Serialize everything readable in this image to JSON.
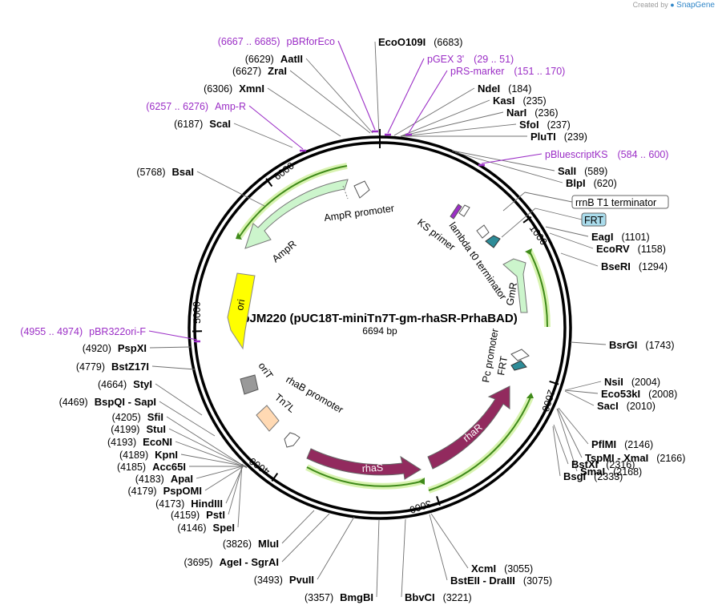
{
  "credit": {
    "prefix": "Created by",
    "brand": "SnapGene"
  },
  "plasmid": {
    "name": "pJM220 (pUC18T-miniTn7T-gm-rhaSR-PrhaBAD)",
    "size_label": "6694 bp"
  },
  "ruler_ticks": [
    "1000",
    "2000",
    "3000",
    "4000",
    "5000",
    "6000"
  ],
  "sites": [
    {
      "name": "EcoO109I",
      "pos": "(6683)"
    },
    {
      "name": "AatII",
      "pos": "(6629)"
    },
    {
      "name": "ZraI",
      "pos": "(6627)"
    },
    {
      "name": "XmnI",
      "pos": "(6306)"
    },
    {
      "name": "ScaI",
      "pos": "(6187)"
    },
    {
      "name": "BsaI",
      "pos": "(5768)"
    },
    {
      "name": "NdeI",
      "pos": "(184)"
    },
    {
      "name": "KasI",
      "pos": "(235)"
    },
    {
      "name": "NarI",
      "pos": "(236)"
    },
    {
      "name": "SfoI",
      "pos": "(237)"
    },
    {
      "name": "PluTI",
      "pos": "(239)"
    },
    {
      "name": "SalI",
      "pos": "(589)"
    },
    {
      "name": "BlpI",
      "pos": "(620)"
    },
    {
      "name": "EagI",
      "pos": "(1101)"
    },
    {
      "name": "EcoRV",
      "pos": "(1158)"
    },
    {
      "name": "BseRI",
      "pos": "(1294)"
    },
    {
      "name": "BsrGI",
      "pos": "(1743)"
    },
    {
      "name": "NsiI",
      "pos": "(2004)"
    },
    {
      "name": "Eco53kI",
      "pos": "(2008)"
    },
    {
      "name": "SacI",
      "pos": "(2010)"
    },
    {
      "name": "PflMI",
      "pos": "(2146)"
    },
    {
      "name": "TspMI  - XmaI",
      "pos": "(2166)"
    },
    {
      "name": "SmaI",
      "pos": "(2168)"
    },
    {
      "name": "BstXI",
      "pos": "(2316)"
    },
    {
      "name": "BsgI",
      "pos": "(2333)"
    },
    {
      "name": "XcmI",
      "pos": "(3055)"
    },
    {
      "name": "BstEII  - DraIII",
      "pos": "(3075)"
    },
    {
      "name": "BbvCI",
      "pos": "(3221)"
    },
    {
      "name": "BmgBI",
      "pos": "(3357)"
    },
    {
      "name": "PvuII",
      "pos": "(3493)"
    },
    {
      "name": "AgeI  - SgrAI",
      "pos": "(3695)"
    },
    {
      "name": "MluI",
      "pos": "(3826)"
    },
    {
      "name": "SpeI",
      "pos": "(4146)"
    },
    {
      "name": "PstI",
      "pos": "(4159)"
    },
    {
      "name": "HindIII",
      "pos": "(4173)"
    },
    {
      "name": "PspOMI",
      "pos": "(4179)"
    },
    {
      "name": "ApaI",
      "pos": "(4183)"
    },
    {
      "name": "Acc65I",
      "pos": "(4185)"
    },
    {
      "name": "KpnI",
      "pos": "(4189)"
    },
    {
      "name": "EcoNI",
      "pos": "(4193)"
    },
    {
      "name": "StuI",
      "pos": "(4199)"
    },
    {
      "name": "SfiI",
      "pos": "(4205)"
    },
    {
      "name": "BspQI  - SapI",
      "pos": "(4469)"
    },
    {
      "name": "StyI",
      "pos": "(4664)"
    },
    {
      "name": "BstZ17I",
      "pos": "(4779)"
    },
    {
      "name": "PspXI",
      "pos": "(4920)"
    }
  ],
  "primers": [
    {
      "name": "pBRforEco",
      "range": "(6667 .. 6685)"
    },
    {
      "name": "pGEX 3'",
      "range": "(29 .. 51)"
    },
    {
      "name": "pRS-marker",
      "range": "(151 .. 170)"
    },
    {
      "name": "Amp-R",
      "range": "(6257 .. 6276)"
    },
    {
      "name": "pBluescriptKS",
      "range": "(584 .. 600)"
    },
    {
      "name": "pBR322ori-F",
      "range": "(4955 .. 4974)"
    }
  ],
  "boxed_features": {
    "rrnb": "rrnB T1 terminator",
    "frt": "FRT"
  },
  "features": {
    "ampr_promoter": "AmpR promoter",
    "ampr": "AmpR",
    "ori": "ori",
    "orit": "oriT",
    "rhab_promoter": "rhaB promoter",
    "tn7l": "Tn7L",
    "rhas": "rhaS",
    "rhar": "rhaR",
    "ks_primer": "KS primer",
    "lambda_t0": "lambda t0 terminator",
    "gmr": "GmR",
    "pc_promoter": "Pc promoter",
    "frt_inner": "FRT"
  },
  "colors": {
    "primer": "#9b2ec6",
    "ampr_fill": "#ccf5cc",
    "ori_fill": "#ffff00",
    "rha_fill": "#922a5e",
    "orit_fill": "#999999",
    "tn7l_fill": "#ffd9b3",
    "frt_fill": "#2e8c98",
    "frt_box": "#aadcec",
    "orf_line": "#3f8a1a",
    "orf_glow": "#d8f3b0"
  }
}
